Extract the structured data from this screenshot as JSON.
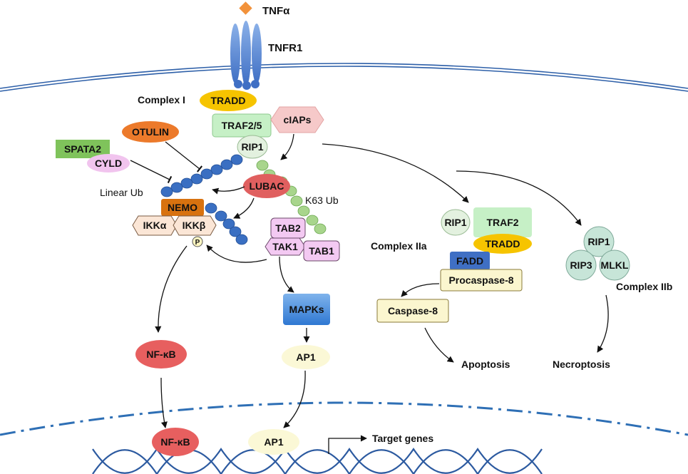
{
  "ligand": "TNFα",
  "receptor": "TNFR1",
  "complex_i": {
    "title": "Complex I",
    "tradd": "TRADD",
    "traf": "TRAF2/5",
    "ciaps": "cIAPs",
    "rip1": "RIP1",
    "lubac": "LUBAC",
    "k63": "K63 Ub",
    "linear": "Linear Ub",
    "otulin": "OTULIN",
    "spata2": "SPATA2",
    "cyld": "CYLD",
    "nemo": "NEMO",
    "ikka": "IKKα",
    "ikkb": "IKKβ",
    "phospho": "P",
    "tab2": "TAB2",
    "tak1": "TAK1",
    "tab1": "TAB1"
  },
  "pathways": {
    "mapks": "MAPKs",
    "ap1": "AP1",
    "nfkb": "NF-κB",
    "nfkb_nuc": "NF-κB",
    "ap1_nuc": "AP1",
    "target_genes": "Target genes"
  },
  "complex_iia": {
    "title": "Complex IIa",
    "rip1": "RIP1",
    "traf2": "TRAF2",
    "tradd": "TRADD",
    "fadd": "FADD",
    "procaspase": "Procaspase-8",
    "caspase": "Caspase-8",
    "outcome": "Apoptosis"
  },
  "complex_iib": {
    "title": "Complex IIb",
    "rip1": "RIP1",
    "rip3": "RIP3",
    "mlkl": "MLKL",
    "outcome": "Necroptosis"
  }
}
